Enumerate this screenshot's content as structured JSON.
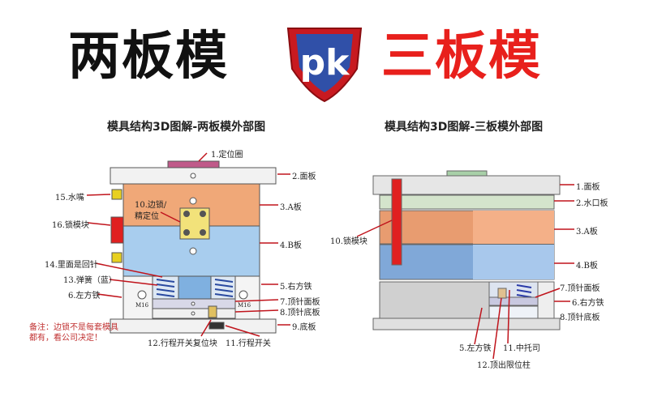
{
  "header": {
    "left_title": "两板模",
    "right_title": "三板模",
    "logo_text": "pk",
    "left_color": "#111111",
    "right_color": "#e8201c"
  },
  "left": {
    "subtitle": "模具结构3D图解-两板模外部图",
    "labels": [
      "1.定位圈",
      "2.面板",
      "3.A板",
      "4.B板",
      "5.右方铁",
      "6.左方铁",
      "7.顶针面板",
      "8.顶针底板",
      "9.底板",
      "10.边锁/",
      "精定位",
      "11.行程开关",
      "12.行程开关复位块",
      "13.弹簧（蓝）",
      "14.里面是回针",
      "15.水嘴",
      "16.锁模块"
    ],
    "marks": [
      "M16",
      "M16"
    ],
    "note": "备注：边锁不是每套模具都有，看公司决定！"
  },
  "right": {
    "subtitle": "模具结构3D图解-三板模外部图",
    "labels": [
      "1.面板",
      "2.水口板",
      "3.A板",
      "4.B板",
      "7.顶针面板",
      "6.右方铁",
      "8.顶针底板",
      "10.锁模块",
      "5.左方铁",
      "11.中托司",
      "12.顶出限位柱"
    ]
  },
  "colors": {
    "a_plate": "#f0a878",
    "b_plate": "#a8cdee",
    "plate": "#f2f2f2",
    "arrow": "#c0141c",
    "lock": "#e02020"
  }
}
